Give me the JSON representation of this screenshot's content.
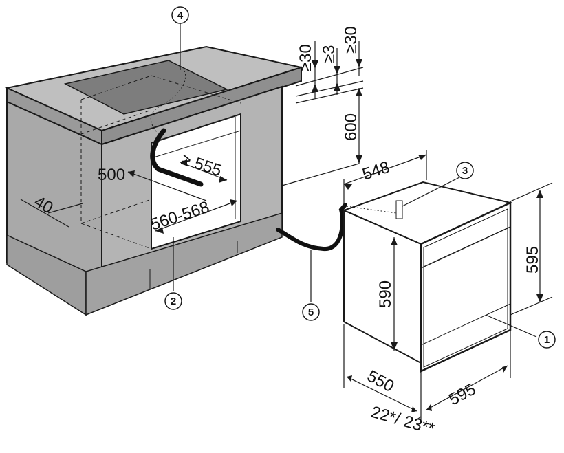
{
  "dimensions": {
    "top_clearance_1": "≥30",
    "top_clearance_2": "≥3",
    "top_clearance_3": "≥30",
    "niche_height": "600",
    "niche_depth_min": "≥ 555",
    "niche_width_side": "500",
    "niche_width": "560-568",
    "side_40": "40",
    "oven_depth_top": "548",
    "oven_height_inner": "590",
    "oven_height": "595",
    "oven_depth_bottom": "550",
    "oven_width": "595",
    "front_thickness": "22*/ 23**"
  },
  "callouts": [
    "1",
    "2",
    "3",
    "4",
    "5"
  ],
  "colors": {
    "cabinet_side": "#a9a9a9",
    "cabinet_front": "#b4b4b4",
    "countertop_top": "#bfbfbf",
    "countertop_edge": "#8f8f8f",
    "cooktop": "#7d7d7d",
    "oven_body": "#ffffff",
    "line": "#1a1a1a"
  }
}
